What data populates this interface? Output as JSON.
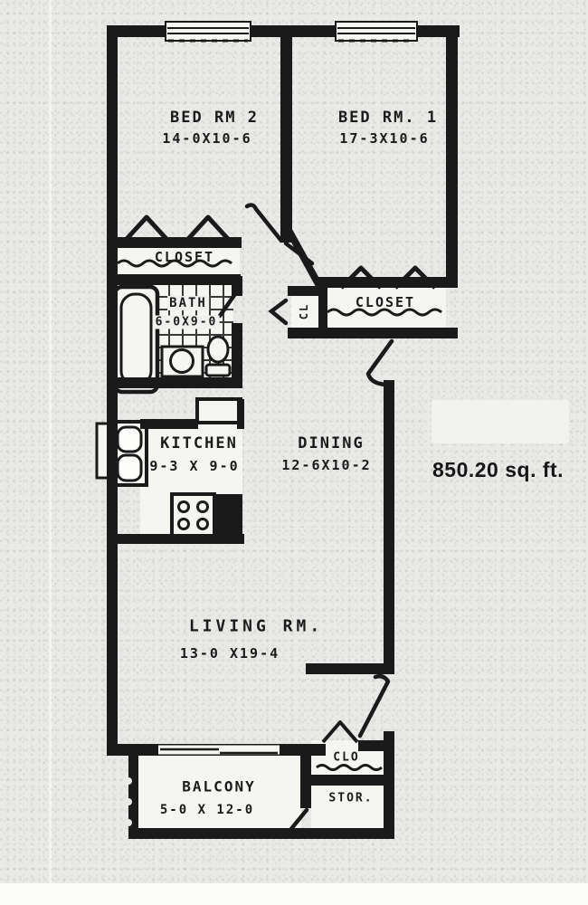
{
  "plan": {
    "area_note": "850.20 sq. ft.",
    "rooms": {
      "bed2": {
        "name": "BED RM 2",
        "dims": "14-0X10-6"
      },
      "bed1": {
        "name": "BED RM. 1",
        "dims": "17-3X10-6"
      },
      "closet_left": {
        "name": "CLOSET"
      },
      "bath": {
        "name": "BATH",
        "dims": "6-0X9-0"
      },
      "cl": {
        "name": "CL"
      },
      "closet_right": {
        "name": "CLOSET"
      },
      "kitchen": {
        "name": "KITCHEN",
        "dims": "9-3 X 9-0"
      },
      "dining": {
        "name": "DINING",
        "dims": "12-6X10-2"
      },
      "living": {
        "name": "LIVING RM.",
        "dims": "13-0 X19-4"
      },
      "balcony": {
        "name": "BALCONY",
        "dims": "5-0 X 12-0"
      },
      "clo": {
        "name": "CLO"
      },
      "stor": {
        "name": "STOR."
      }
    },
    "colors": {
      "ink": "#1a1a1a",
      "paper": "#e9eae7",
      "fixture_fill": "#f5f5f2"
    }
  }
}
